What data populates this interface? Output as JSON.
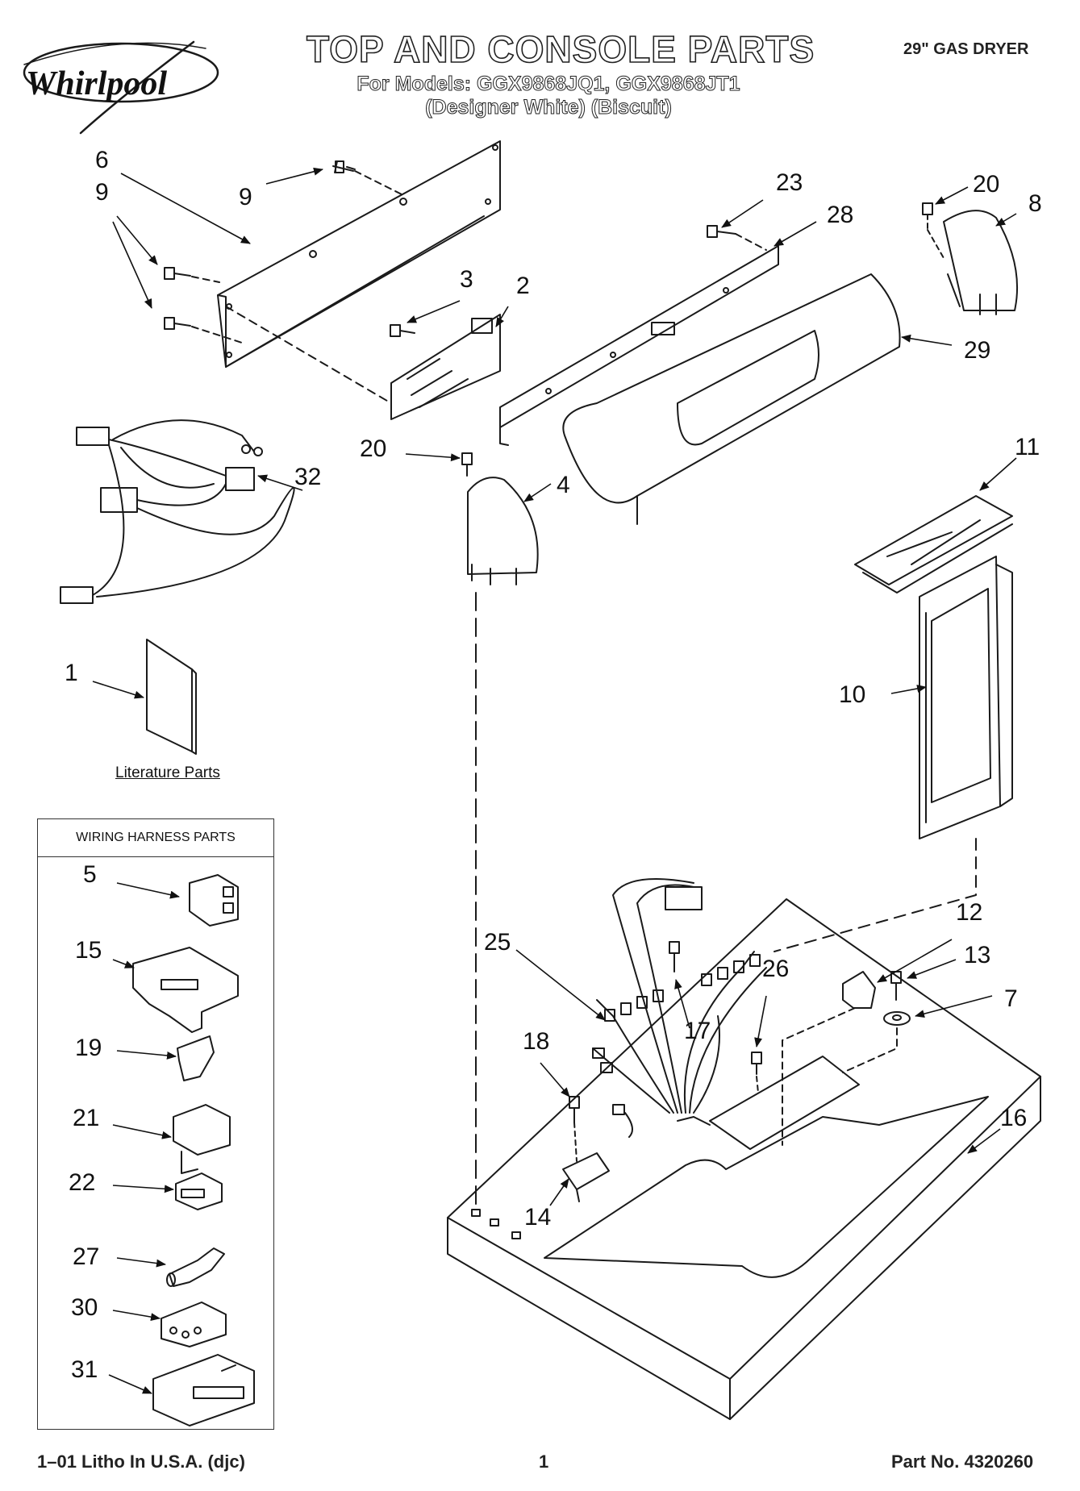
{
  "header": {
    "brand": "Whirlpool",
    "title": "TOP AND CONSOLE PARTS",
    "models": "For Models: GGX9868JQ1, GGX9868JT1",
    "colors": "(Designer White)  (Biscuit)",
    "product": "29\" GAS DRYER"
  },
  "literature": {
    "label": "Literature Parts"
  },
  "wiring_harness": {
    "heading": "WIRING HARNESS PARTS"
  },
  "callouts": {
    "n1": "1",
    "n2": "2",
    "n3": "3",
    "n4": "4",
    "n5": "5",
    "n6": "6",
    "n7": "7",
    "n8": "8",
    "n9a": "9",
    "n9b": "9",
    "n10": "10",
    "n11": "11",
    "n12": "12",
    "n13": "13",
    "n14": "14",
    "n15": "15",
    "n16": "16",
    "n17": "17",
    "n18": "18",
    "n19": "19",
    "n20a": "20",
    "n20b": "20",
    "n21": "21",
    "n22": "22",
    "n23": "23",
    "n25": "25",
    "n26": "26",
    "n27": "27",
    "n28": "28",
    "n29": "29",
    "n30": "30",
    "n31": "31",
    "n32": "32"
  },
  "footer": {
    "litho": "1–01 Litho In U.S.A. (djc)",
    "page": "1",
    "part_no": "Part No. 4320260"
  }
}
